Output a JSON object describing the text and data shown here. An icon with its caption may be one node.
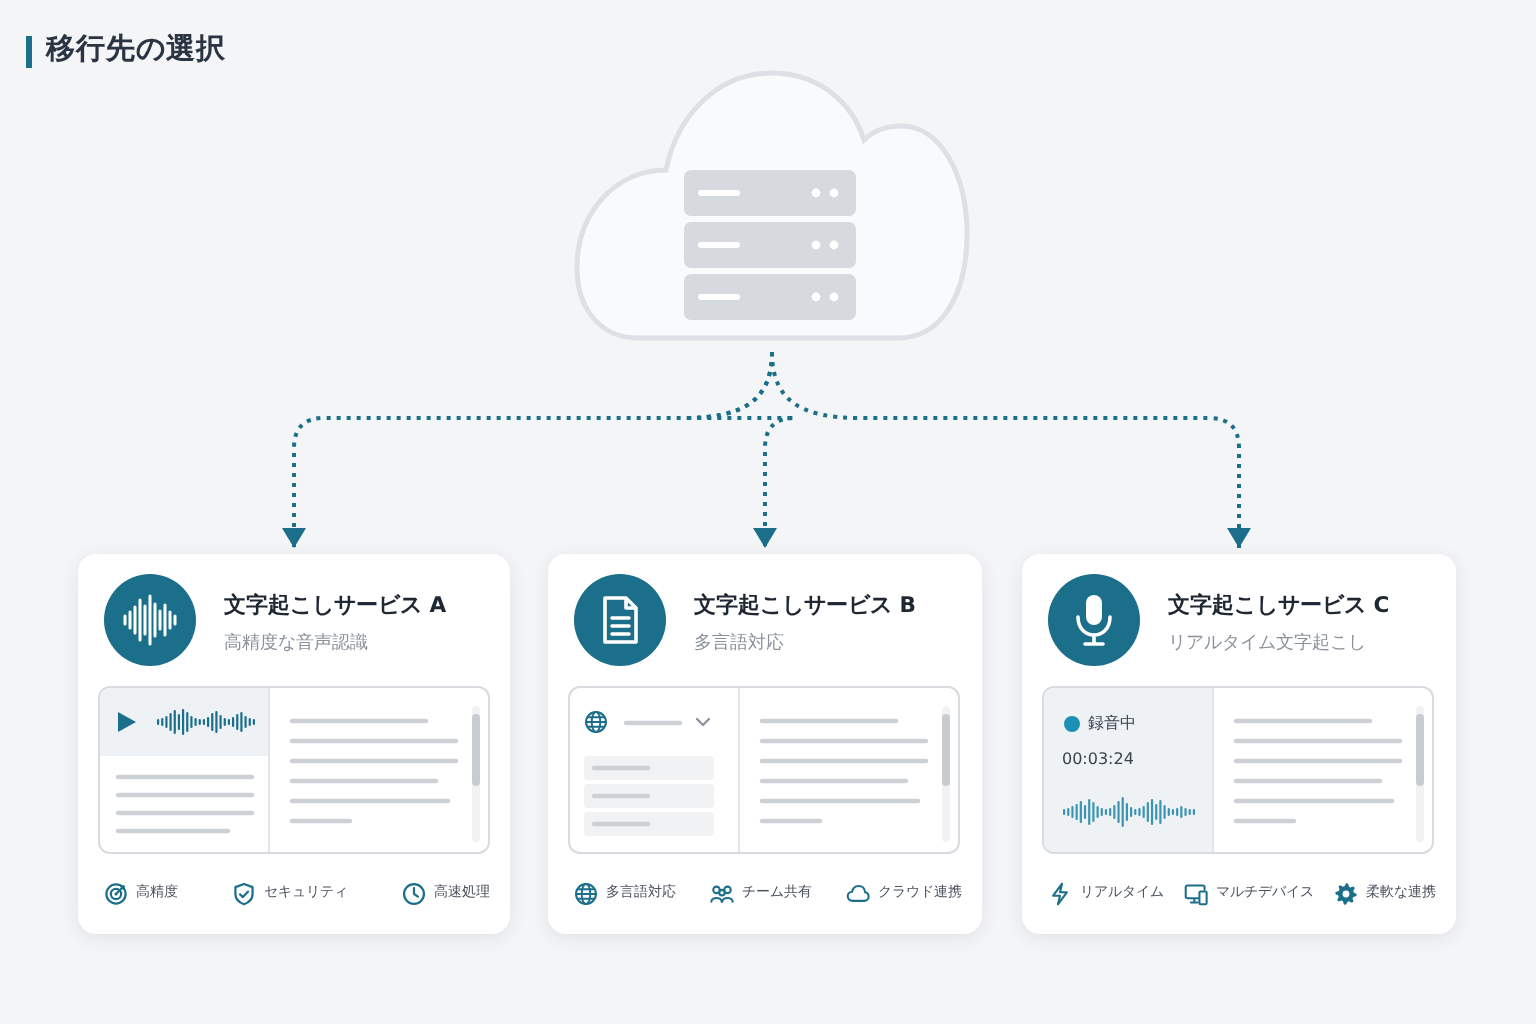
{
  "diagram": {
    "title": "移行先の選択",
    "nodes": [
      {
        "text": [],
        "shape": "cloud"
      },
      {
        "text": [
          "文字起こしサービス A",
          "高精度な音声認識",
          "高精度",
          "セキュリティ",
          "高速処理"
        ]
      },
      {
        "text": [
          "文字起こしサービス B",
          "多言語対応",
          "多言語対応",
          "チーム共有",
          "クラウド連携"
        ]
      },
      {
        "text": [
          "文字起こしサービス C",
          "リアルタイム文字起こし",
          "録音中",
          "00:03:24",
          "リアルタイム",
          "マルチデバイス",
          "柔軟な連携"
        ]
      }
    ],
    "edges": [
      {
        "from": 0,
        "to": 1,
        "arrow": "to",
        "style": "dashed"
      },
      {
        "from": 0,
        "to": 2,
        "arrow": "to",
        "style": "dashed"
      },
      {
        "from": 0,
        "to": 3,
        "arrow": "to",
        "style": "dashed"
      }
    ]
  }
}
